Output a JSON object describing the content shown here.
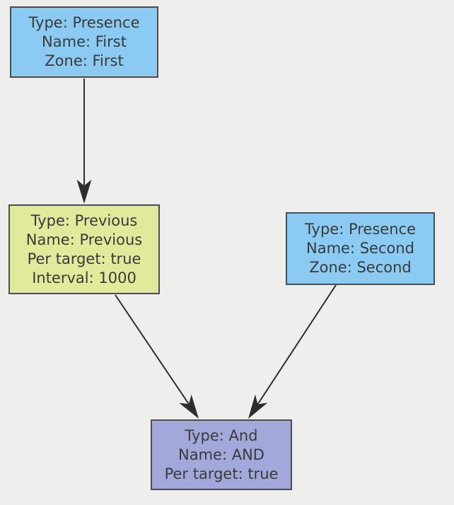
{
  "diagram": {
    "background": "#EEEEEC",
    "node_border_color": "#4D4D4D",
    "text_color": "#3A3A3A",
    "arrow_color": "#2D2D2D",
    "nodes": [
      {
        "id": "first",
        "fill": "#8BCBF3",
        "lines": [
          "Type: Presence",
          "Name: First",
          "Zone: First"
        ]
      },
      {
        "id": "previous",
        "fill": "#E1E99B",
        "lines": [
          "Type: Previous",
          "Name: Previous",
          "Per target: true",
          "Interval: 1000"
        ]
      },
      {
        "id": "second",
        "fill": "#8BCBF3",
        "lines": [
          "Type: Presence",
          "Name: Second",
          "Zone: Second"
        ]
      },
      {
        "id": "and",
        "fill": "#A3A8DB",
        "lines": [
          "Type: And",
          "Name: AND",
          "Per target: true"
        ]
      }
    ],
    "edges": [
      {
        "from": "First",
        "to": "Previous"
      },
      {
        "from": "Previous",
        "to": "AND"
      },
      {
        "from": "Second",
        "to": "AND"
      }
    ]
  }
}
